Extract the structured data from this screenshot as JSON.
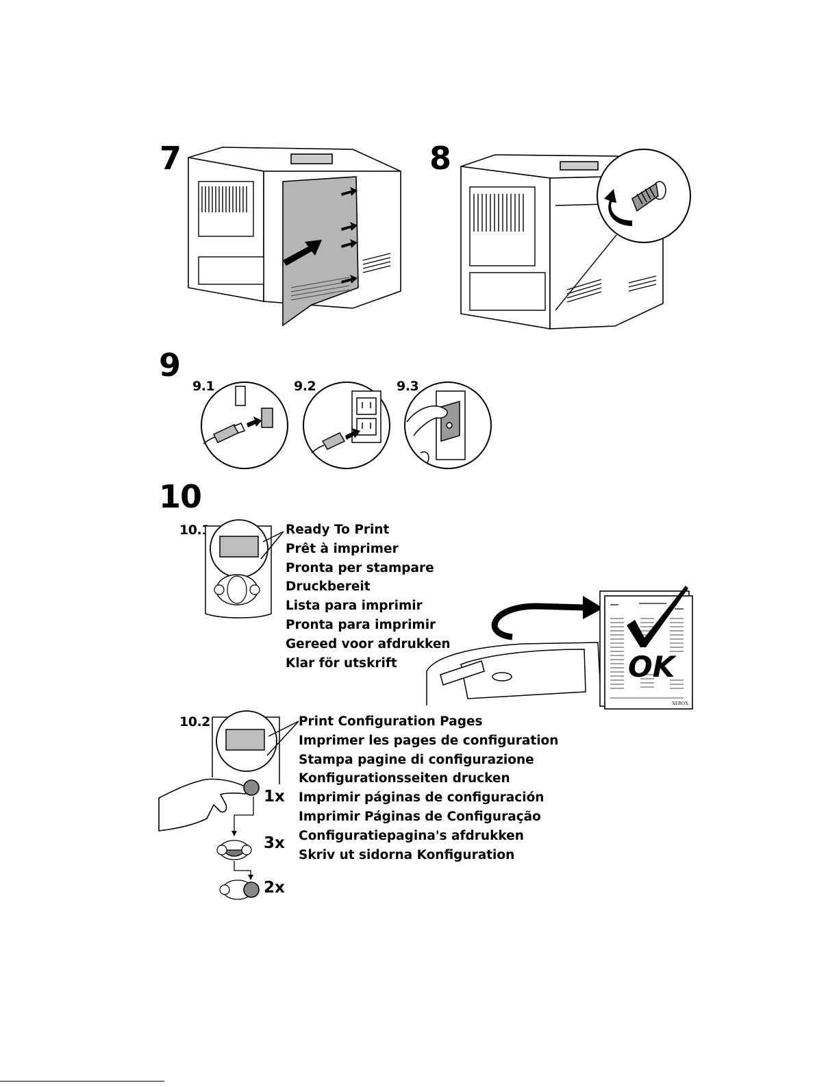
{
  "steps": {
    "s7": "7",
    "s8": "8",
    "s9": "9",
    "s10": "10"
  },
  "substeps": {
    "s9_1": "9.1",
    "s9_2": "9.2",
    "s9_3": "9.3",
    "s10_1": "10.1",
    "s10_2": "10.2"
  },
  "ready_messages": [
    "Ready To Print",
    "Prêt à imprimer",
    "Pronta per stampare",
    "Druckbereit",
    "Lista para imprimir",
    "Pronta para imprimir",
    "Gereed voor afdrukken",
    "Klar för utskrift"
  ],
  "config_messages": [
    "Print Configuration Pages",
    "Imprimer les pages de configuration",
    "Stampa pagine di configurazione",
    "Konfigurationsseiten drucken",
    "Imprimir páginas de configuración",
    "Imprimir Páginas de Configuração",
    "Configuratiepagina's afdrukken",
    "Skriv ut sidorna Konfiguration"
  ],
  "press_counts": {
    "ok_first": "1x",
    "down": "3x",
    "ok_second": "2x"
  },
  "config_page": {
    "stamp": "OK",
    "brand": "XEROX"
  },
  "icons": {
    "back_cover_arrow": "arrow-icon",
    "thumbscrew_rotate": "rotate-arrow-icon",
    "checkmark": "checkmark-icon"
  }
}
